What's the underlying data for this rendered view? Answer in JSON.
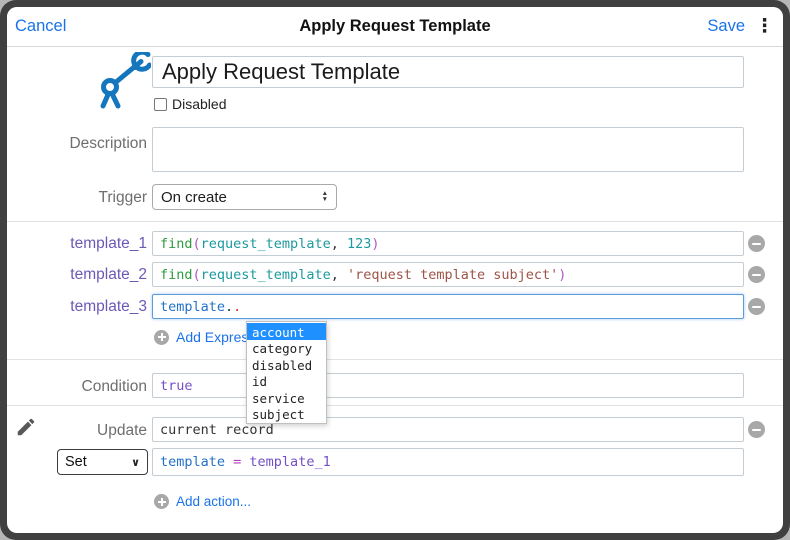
{
  "header": {
    "cancel": "Cancel",
    "title": "Apply Request Template",
    "save": "Save"
  },
  "form": {
    "name_value": "Apply Request Template",
    "disabled_label": "Disabled",
    "description_label": "Description",
    "description_value": "",
    "trigger_label": "Trigger",
    "trigger_value": "On create"
  },
  "expressions": {
    "rows": [
      {
        "label": "template_1",
        "tokens": [
          {
            "c": "func",
            "t": "find"
          },
          {
            "c": "paren",
            "t": "("
          },
          {
            "c": "var",
            "t": "request_template"
          },
          {
            "c": "plain",
            "t": ", "
          },
          {
            "c": "num",
            "t": "123"
          },
          {
            "c": "paren",
            "t": ")"
          }
        ]
      },
      {
        "label": "template_2",
        "tokens": [
          {
            "c": "func",
            "t": "find"
          },
          {
            "c": "paren",
            "t": "("
          },
          {
            "c": "var",
            "t": "request_template"
          },
          {
            "c": "plain",
            "t": ", "
          },
          {
            "c": "string",
            "t": "'request template subject'"
          },
          {
            "c": "paren",
            "t": ")"
          }
        ]
      },
      {
        "label": "template_3",
        "tokens": [
          {
            "c": "field",
            "t": "template"
          },
          {
            "c": "plain",
            "t": "."
          },
          {
            "c": "error",
            "t": "."
          }
        ]
      }
    ],
    "add_label": "Add Expression..."
  },
  "autocomplete": {
    "selected": "account",
    "items": [
      "account",
      "category",
      "disabled",
      "id",
      "service",
      "subject"
    ]
  },
  "condition": {
    "label": "Condition",
    "tokens": [
      {
        "c": "local",
        "t": "true"
      }
    ]
  },
  "actions": {
    "update_label": "Update",
    "update_tokens": [
      {
        "c": "plain",
        "t": "current record"
      }
    ],
    "set_value": "Set",
    "assignment_tokens": [
      {
        "c": "field",
        "t": "template"
      },
      {
        "c": "op",
        "t": " = "
      },
      {
        "c": "local",
        "t": "template_1"
      }
    ],
    "add_label": "Add action..."
  },
  "colors": {
    "link_blue": "#1a73e8",
    "selection_blue": "#1e90ff",
    "label_gray": "#6e6e6e",
    "label_purple": "#6d58b6",
    "icon_blue": "#1477bd",
    "token_func": "#2e9b3f",
    "token_paren": "#b05ac2",
    "token_var": "#1d9a9e",
    "token_string": "#9e5449",
    "token_field": "#2472c8",
    "token_local": "#7450c8",
    "token_error": "#e03131"
  }
}
